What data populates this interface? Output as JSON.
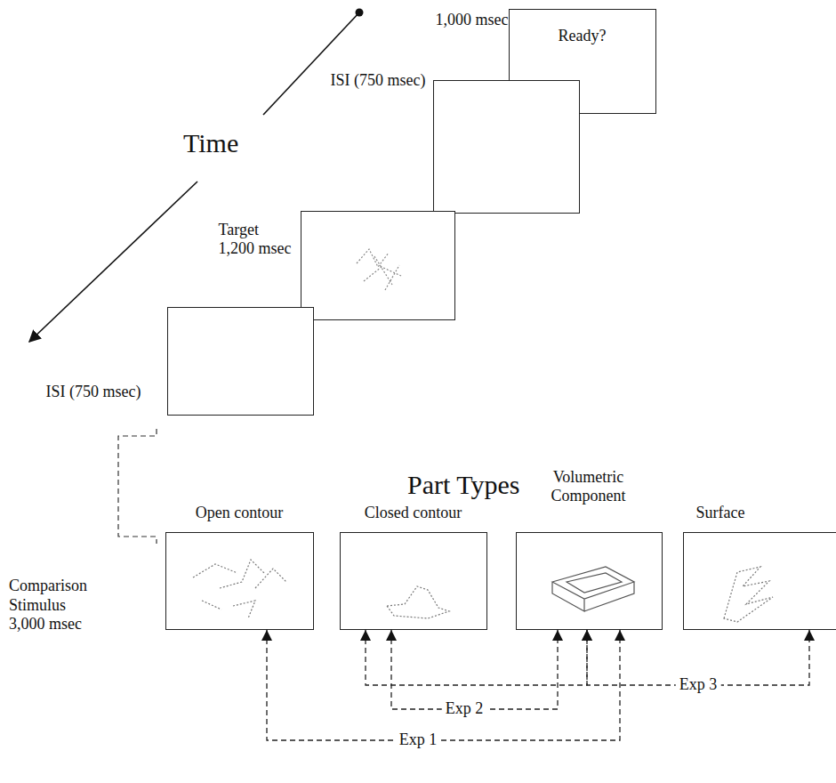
{
  "diagram": {
    "nodes": [
      {
        "text": [
          "1,000 msec",
          "Ready?"
        ]
      },
      {
        "text": [
          "ISI (750 msec)"
        ]
      },
      {
        "text": [
          "Target 1,200 msec"
        ]
      },
      {
        "text": [
          "ISI (750 msec)"
        ]
      },
      {
        "text": [
          "Open contour"
        ]
      },
      {
        "text": [
          "Closed contour"
        ]
      },
      {
        "text": [
          "Volumetric Component"
        ]
      },
      {
        "text": [
          "Surface"
        ]
      }
    ],
    "edges": [
      {
        "from": 4,
        "to": 6,
        "arrow": "both",
        "label": "Exp 1"
      },
      {
        "from": 5,
        "to": 6,
        "arrow": "both",
        "label": "Exp 2"
      },
      {
        "from": 5,
        "to": 6,
        "arrow": "both"
      },
      {
        "from": 6,
        "to": 7,
        "arrow": "both",
        "label": "Exp 3"
      }
    ],
    "labels": [
      "Time",
      "Part Types",
      "Comparison Stimulus 3,000 msec"
    ]
  }
}
